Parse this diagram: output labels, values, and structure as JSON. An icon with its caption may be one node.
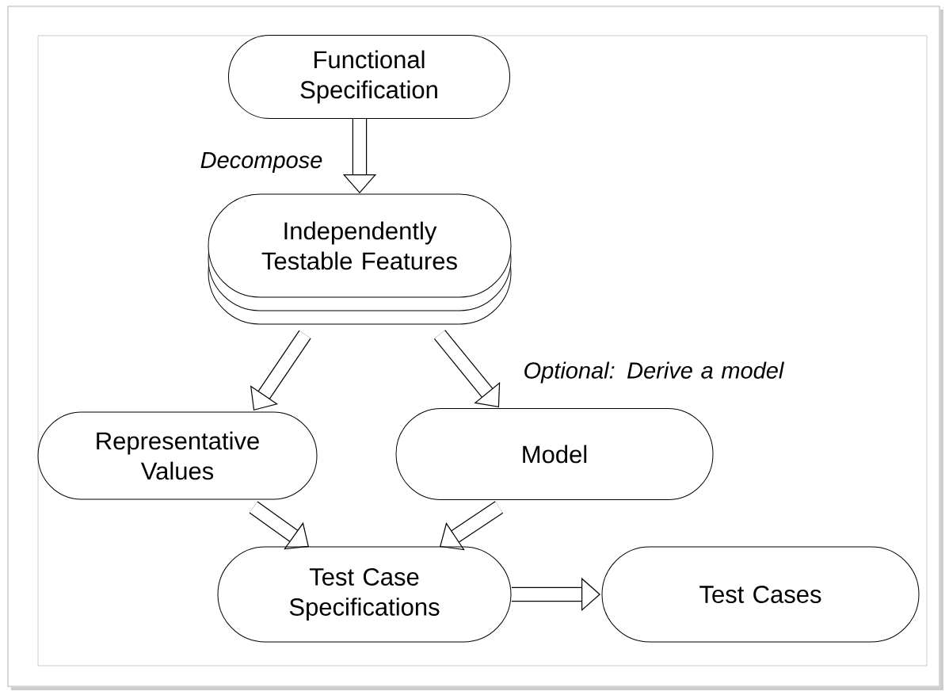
{
  "diagram": {
    "nodes": [
      {
        "text": [
          "Functional Specification"
        ]
      },
      {
        "text": [
          "Independently Testable Features"
        ]
      },
      {
        "text": [
          "Representative Values"
        ]
      },
      {
        "text": [
          "Model"
        ]
      },
      {
        "text": [
          "Test Case Specifications"
        ]
      },
      {
        "text": [
          "Test Cases"
        ]
      }
    ],
    "edges": [
      {
        "from": 0,
        "to": 1,
        "arrow": "to",
        "label": "Decompose"
      },
      {
        "from": 1,
        "to": 2,
        "arrow": "to"
      },
      {
        "from": 1,
        "to": 3,
        "arrow": "to",
        "label": "Optional: Derive a model"
      },
      {
        "from": 2,
        "to": 4,
        "arrow": "to"
      },
      {
        "from": 3,
        "to": 4,
        "arrow": "to"
      },
      {
        "from": 4,
        "to": 5,
        "arrow": "to"
      }
    ]
  }
}
